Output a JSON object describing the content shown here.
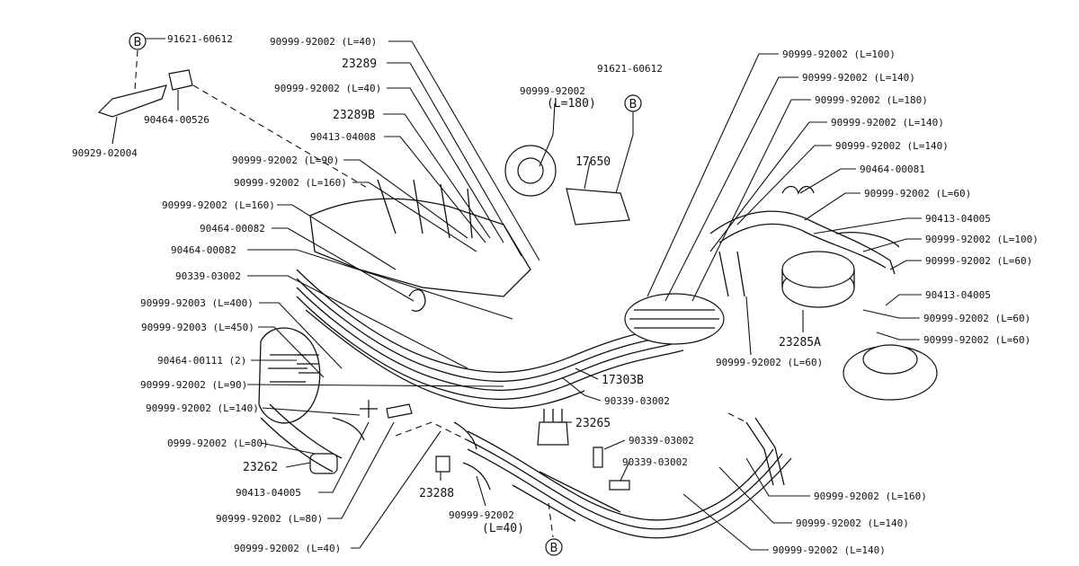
{
  "ref_mark": "B",
  "labels": {
    "l01": "91621-60612",
    "l02": "90464-00526",
    "l03": "90929-02004",
    "l04": "90999-92002 (L=40)",
    "l05": "23289",
    "l06": "90999-92002 (L=40)",
    "l07": "23289B",
    "l08": "90413-04008",
    "l09": "90999-92002 (L=90)",
    "l10": "90999-92002 (L=160)",
    "l11": "90999-92002 (L=160)",
    "l12": "90464-00082",
    "l13": "90464-00082",
    "l14": "90339-03002",
    "l15": "90999-92003 (L=400)",
    "l16": "90999-92003 (L=450)",
    "l17": "90464-00111 (2)",
    "l18": "90999-92002 (L=90)",
    "l19": "90999-92002 (L=140)",
    "l20": "0999-92002 (L=80)",
    "l21": "23262",
    "l22": "90413-04005",
    "l23": "90999-92002 (L=80)",
    "l24": "90999-92002 (L=40)",
    "l25": "90999-92002",
    "l26": "(L=180)",
    "l27": "91621-60612",
    "l28": "17650",
    "l29": "90999-92002 (L=100)",
    "l30": "90999-92002 (L=140)",
    "l31": "90999-92002 (L=180)",
    "l32": "90999-92002 (L=140)",
    "l33": "90999-92002 (L=140)",
    "l34": "90464-00081",
    "l35": "90999-92002 (L=60)",
    "l36": "90413-04005",
    "l37": "90999-92002 (L=100)",
    "l38": "90999-92002 (L=60)",
    "l39": "90413-04005",
    "l40": "90999-92002 (L=60)",
    "l41": "90999-92002 (L=60)",
    "l42": "23285A",
    "l43": "90999-92002 (L=60)",
    "l44": "17303B",
    "l45": "90339-03002",
    "l46": "23265",
    "l47": "90339-03002",
    "l48": "90339-03002",
    "l49": "23288",
    "l50": "90999-92002",
    "l51": "(L=40)",
    "l52": "90999-92002 (L=160)",
    "l53": "90999-92002 (L=140)",
    "l54": "90999-92002 (L=140)"
  }
}
